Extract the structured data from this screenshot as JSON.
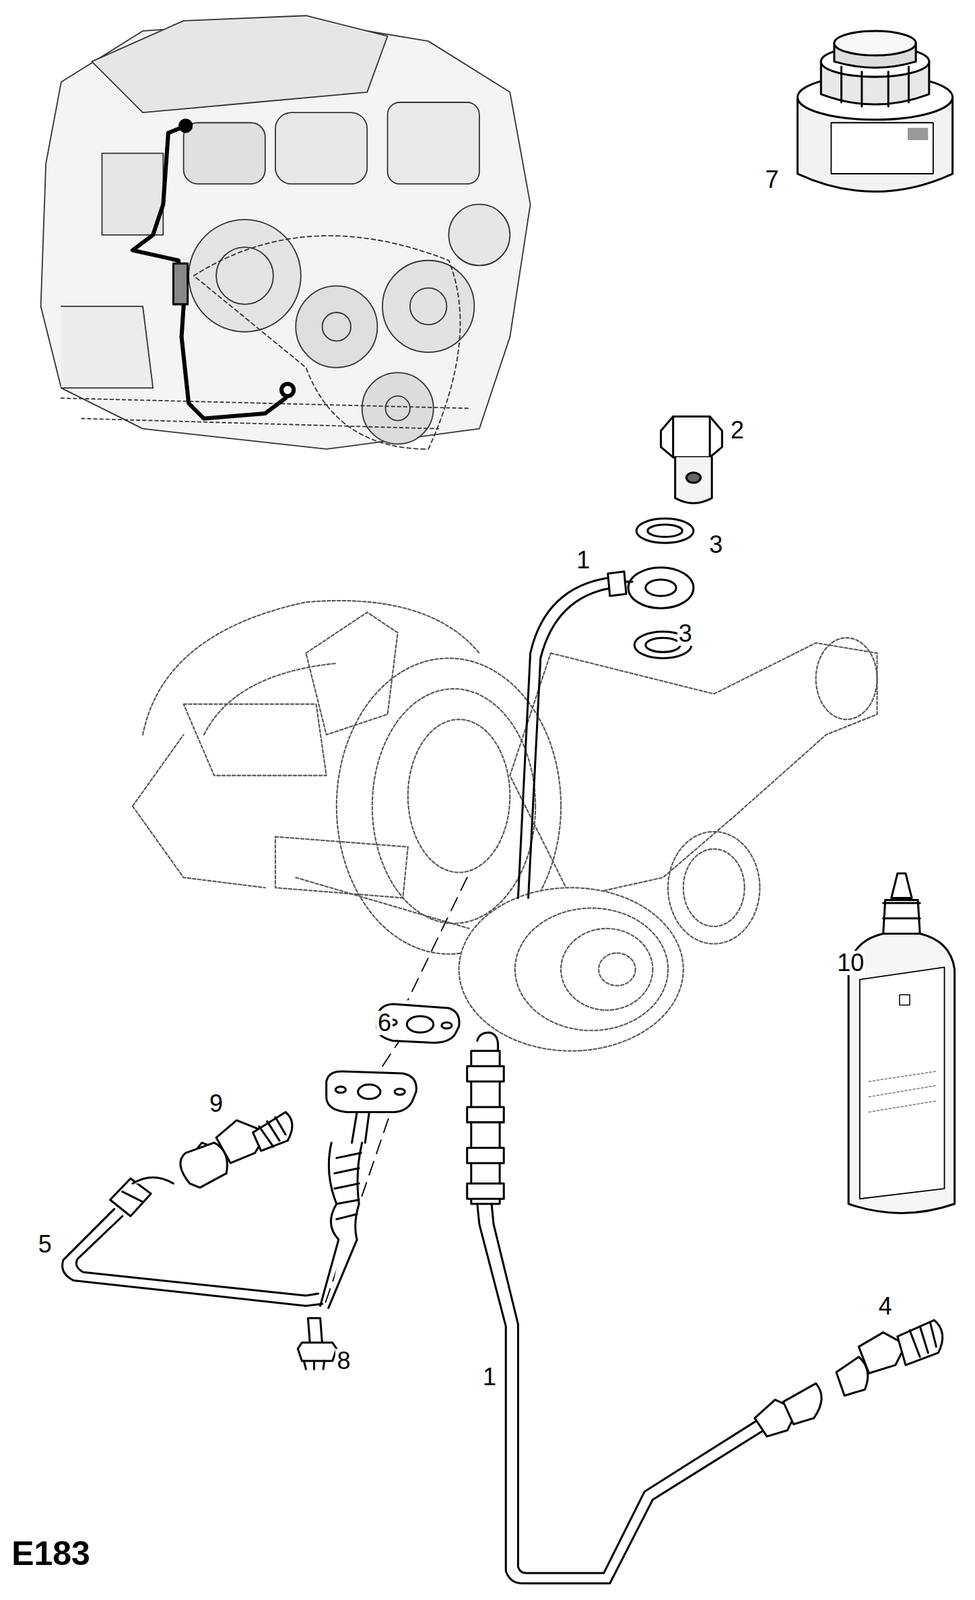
{
  "diagram": {
    "labels": [
      "7",
      "2",
      "1",
      "3",
      "3",
      "6",
      "10",
      "9",
      "5",
      "8",
      "4",
      "1",
      "E183"
    ]
  }
}
